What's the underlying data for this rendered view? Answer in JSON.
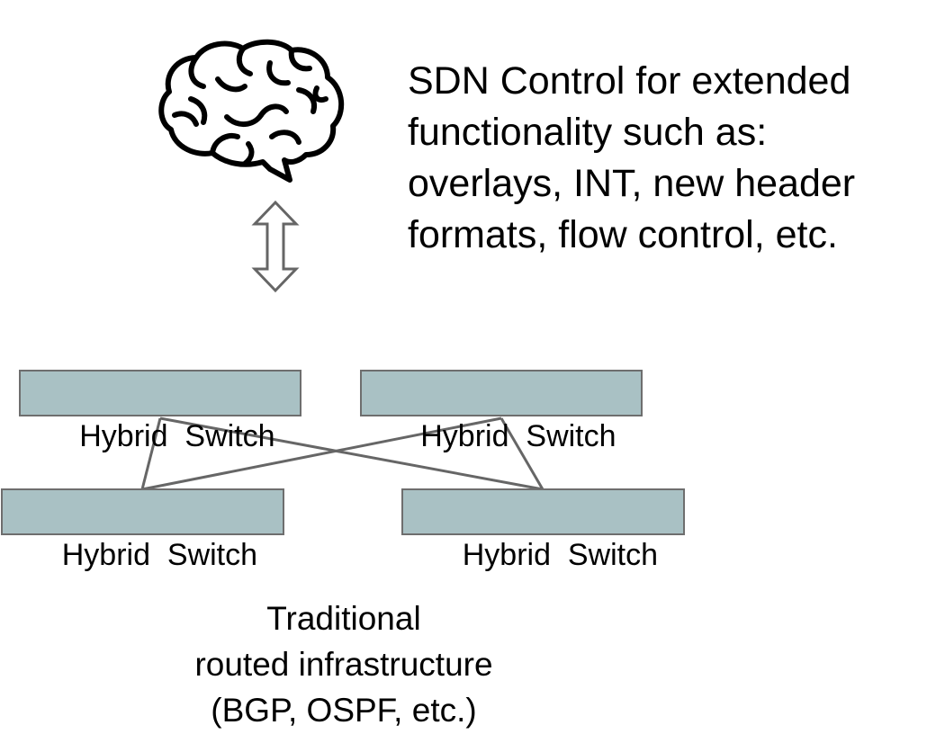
{
  "controller": {
    "icon": "brain-icon",
    "arrow_icon": "double-headed-arrow-icon",
    "description_lines": [
      "SDN Control for extended",
      "functionality such as:",
      "overlays, INT, new header",
      "formats, flow control, etc."
    ]
  },
  "switches": [
    {
      "label": "Hybrid  Switch"
    },
    {
      "label": "Hybrid  Switch"
    },
    {
      "label": "Hybrid  Switch"
    },
    {
      "label": "Hybrid  Switch"
    }
  ],
  "infrastructure": {
    "caption_lines": [
      "Traditional",
      "routed infrastructure",
      "(BGP, OSPF, etc.)"
    ]
  },
  "colors": {
    "switch_fill": "#a9c1c4",
    "switch_border": "#6e6e6e",
    "link_line": "#666666",
    "icon_stroke": "#000000"
  }
}
